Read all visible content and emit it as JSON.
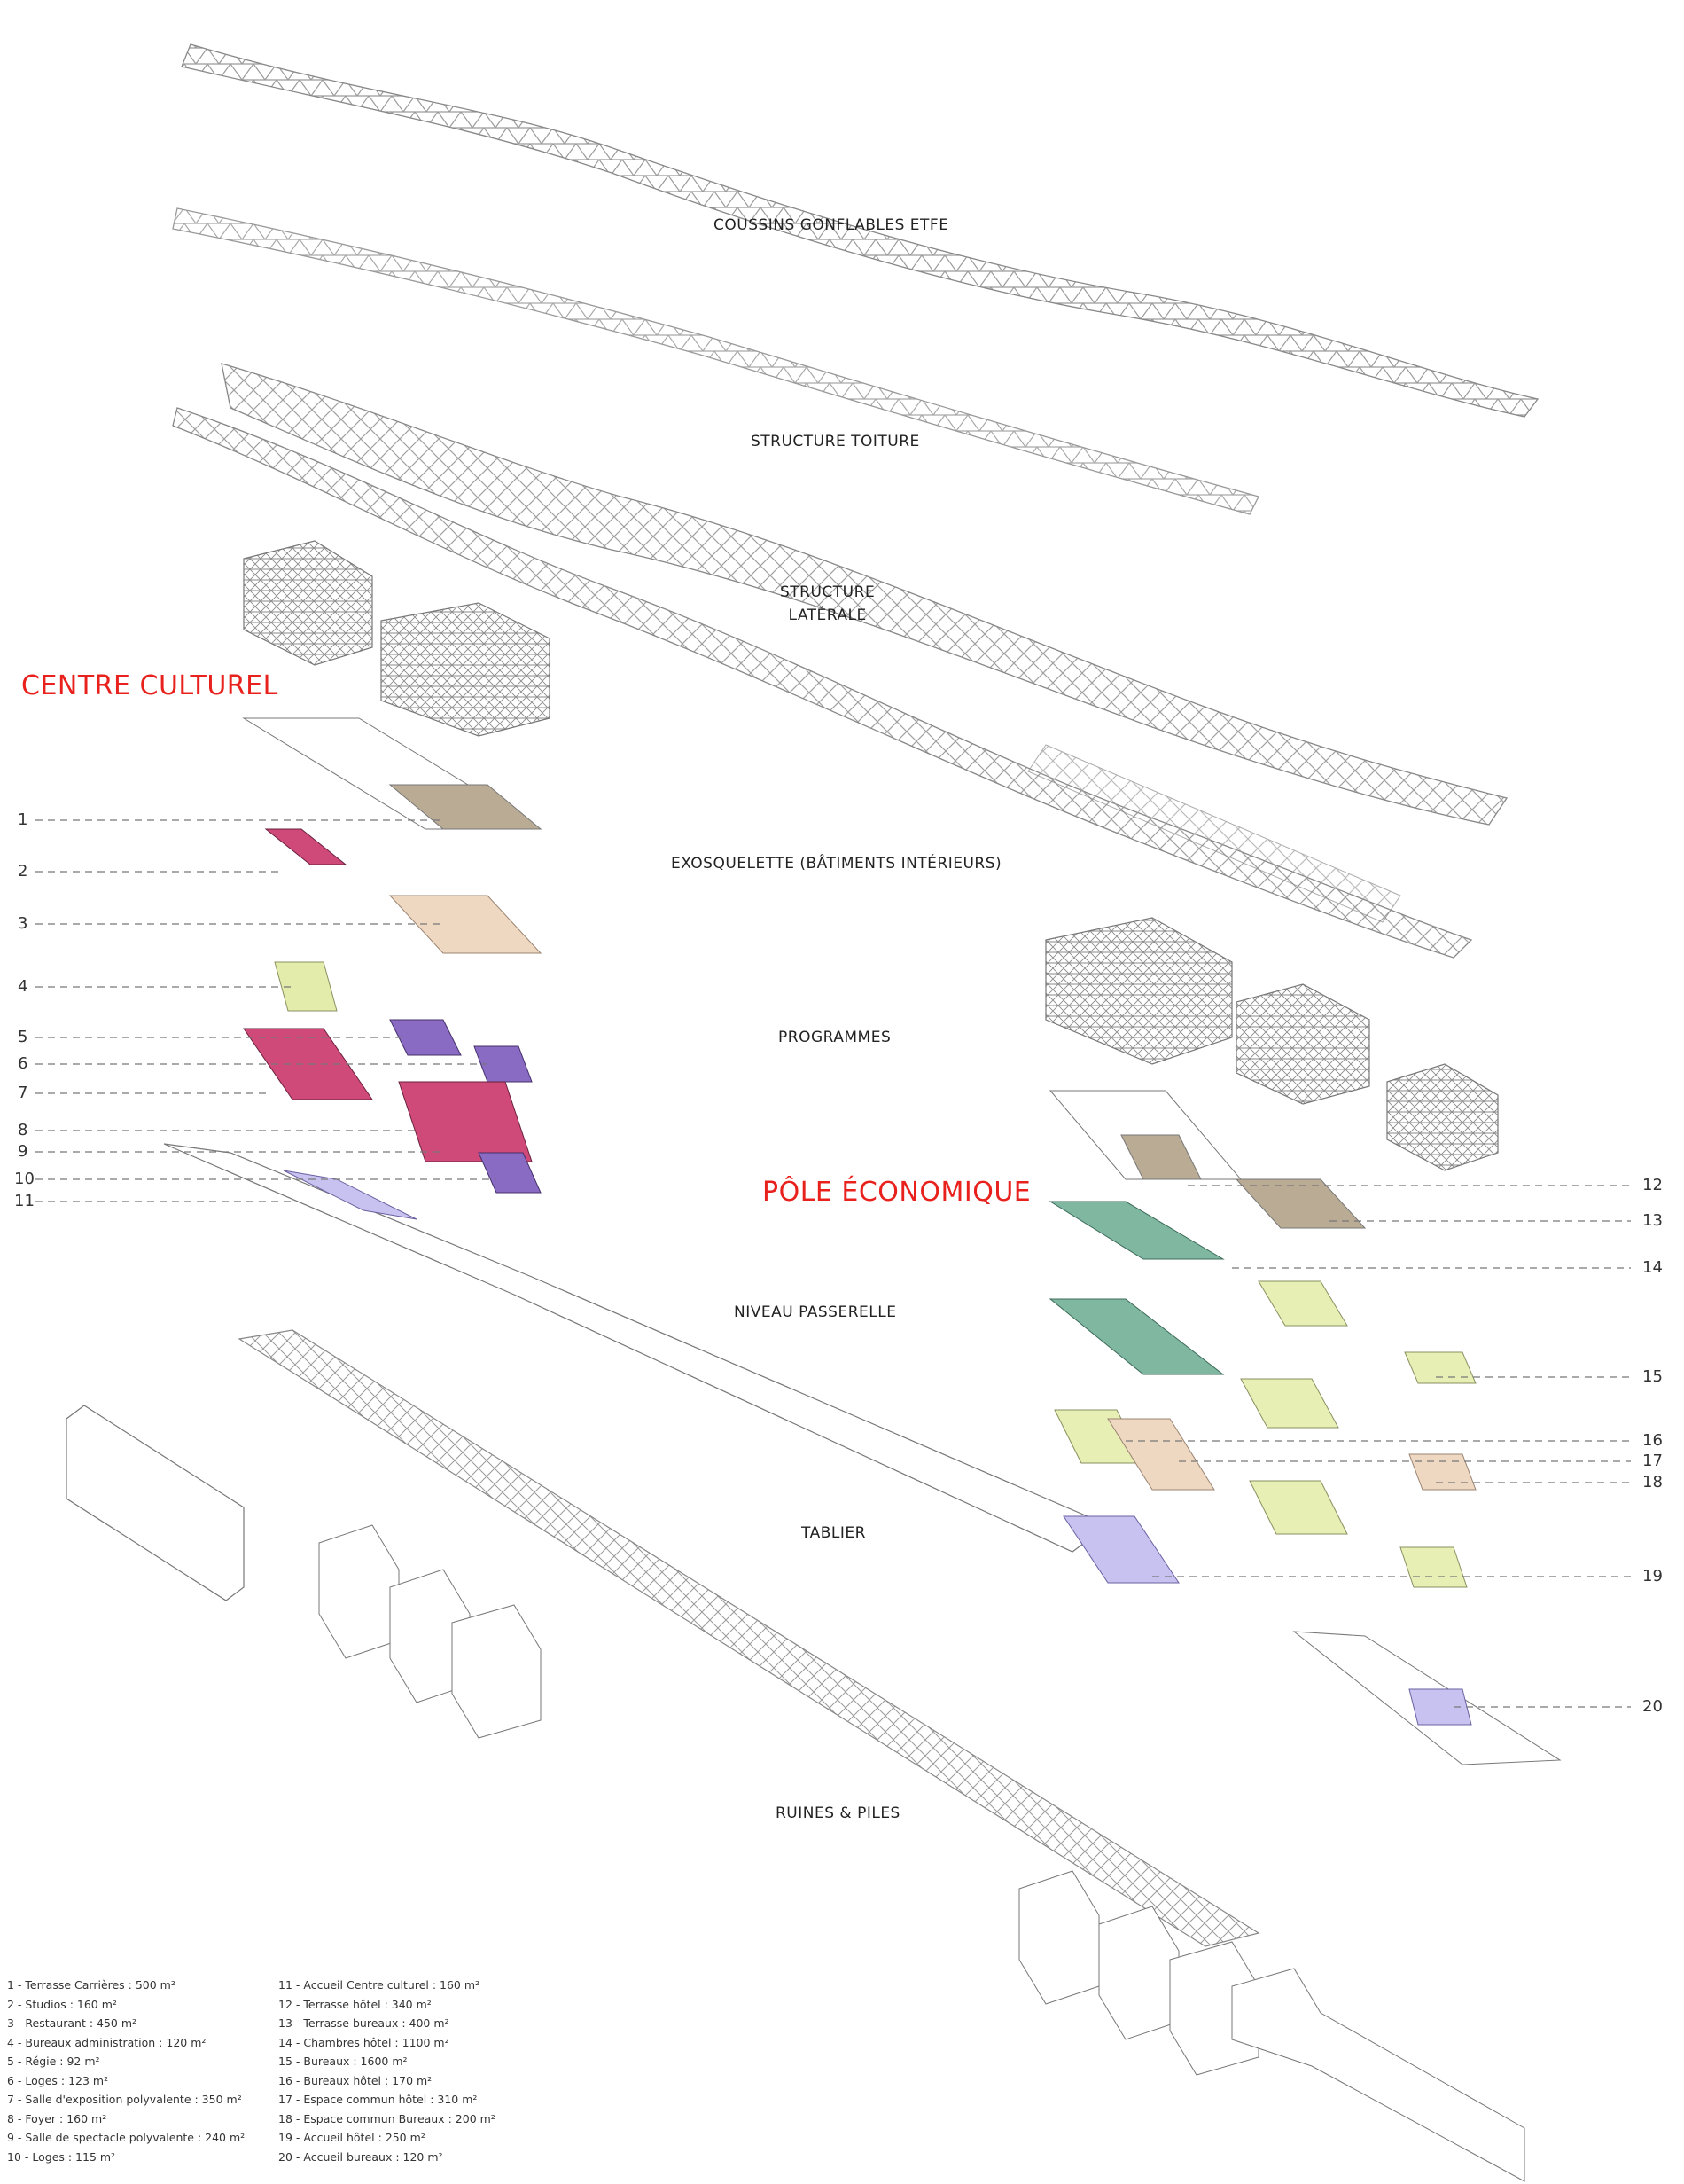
{
  "layers": [
    {
      "label": "COUSSINS GONFLABLES ETFE"
    },
    {
      "label": "STRUCTURE TOITURE"
    },
    {
      "label": "STRUCTURE\nLATÉRALE"
    },
    {
      "label": "EXOSQUELETTE (BÂTIMENTS INTÉRIEURS)"
    },
    {
      "label": "PROGRAMMES"
    },
    {
      "label": "NIVEAU PASSERELLE"
    },
    {
      "label": "TABLIER"
    },
    {
      "label": "RUINES & PILES"
    }
  ],
  "zones": {
    "culturel": "CENTRE CULTUREL",
    "economique": "PÔLE ÉCONOMIQUE"
  },
  "left_numbers": [
    "1",
    "2",
    "3",
    "4",
    "5",
    "6",
    "7",
    "8",
    "9",
    "10",
    "11"
  ],
  "right_numbers": [
    "12",
    "13",
    "14",
    "15",
    "16",
    "17",
    "18",
    "19",
    "20"
  ],
  "legend_left": [
    "1 - Terrasse Carrières : 500 m²",
    "2 - Studios : 160 m²",
    "3 - Restaurant : 450 m²",
    "4 - Bureaux administration : 120 m²",
    "5 - Régie : 92 m²",
    "6 - Loges : 123 m²",
    "7 - Salle d'exposition polyvalente : 350 m²",
    "8 - Foyer : 160 m²",
    "9 - Salle de spectacle polyvalente : 240 m²",
    "10 - Loges : 115 m²"
  ],
  "legend_right": [
    "11 - Accueil Centre culturel : 160 m²",
    "12 - Terrasse hôtel : 340 m²",
    "13 - Terrasse bureaux : 400 m²",
    "14 - Chambres hôtel : 1100 m²",
    "15 - Bureaux : 1600 m²",
    "16 - Bureaux hôtel : 170 m²",
    "17 - Espace commun hôtel : 310 m²",
    "18 - Espace commun Bureaux : 200 m²",
    "19 - Accueil hôtel : 250 m²",
    "20 - Accueil bureaux : 120 m²"
  ],
  "colors": {
    "terrasse": "#b9ab94",
    "studios": "#cf4a78",
    "restaurant": "#efd8c2",
    "bureaux_admin": "#e4ecab",
    "loges": "#8a6bc4",
    "salle": "#cf4a78",
    "accueil": "#c8c2f0",
    "chambres": "#7fb7a1",
    "bureaux": "#e7efb4",
    "accent": "#e8211d"
  }
}
